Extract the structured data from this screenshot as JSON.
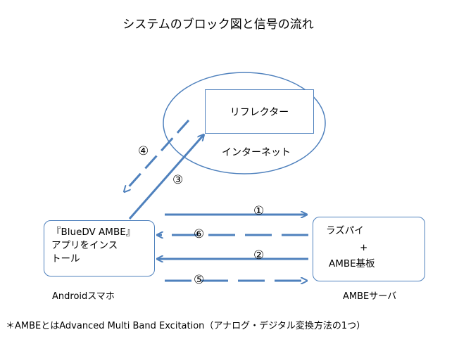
{
  "title": "システムのブロック図と信号の流れ",
  "reflector": {
    "label": "リフレクター"
  },
  "internet": {
    "label": "インターネット"
  },
  "phone": {
    "lines": [
      "『BlueDV AMBE』",
      "アプリをインス",
      "トール"
    ],
    "caption": "Androidスマホ"
  },
  "server": {
    "lines": [
      "ラズパイ",
      "+",
      "AMBE基板"
    ],
    "caption": "AMBEサーバ"
  },
  "steps": [
    "①",
    "②",
    "③",
    "④",
    "⑤",
    "⑥"
  ],
  "footnote": "＊AMBEとはAdvanced Multi Band Excitation（アナログ・デジタル変換方法の1つ）",
  "colors": {
    "arrow": "#4f81bd",
    "border": "#4f81bd"
  }
}
